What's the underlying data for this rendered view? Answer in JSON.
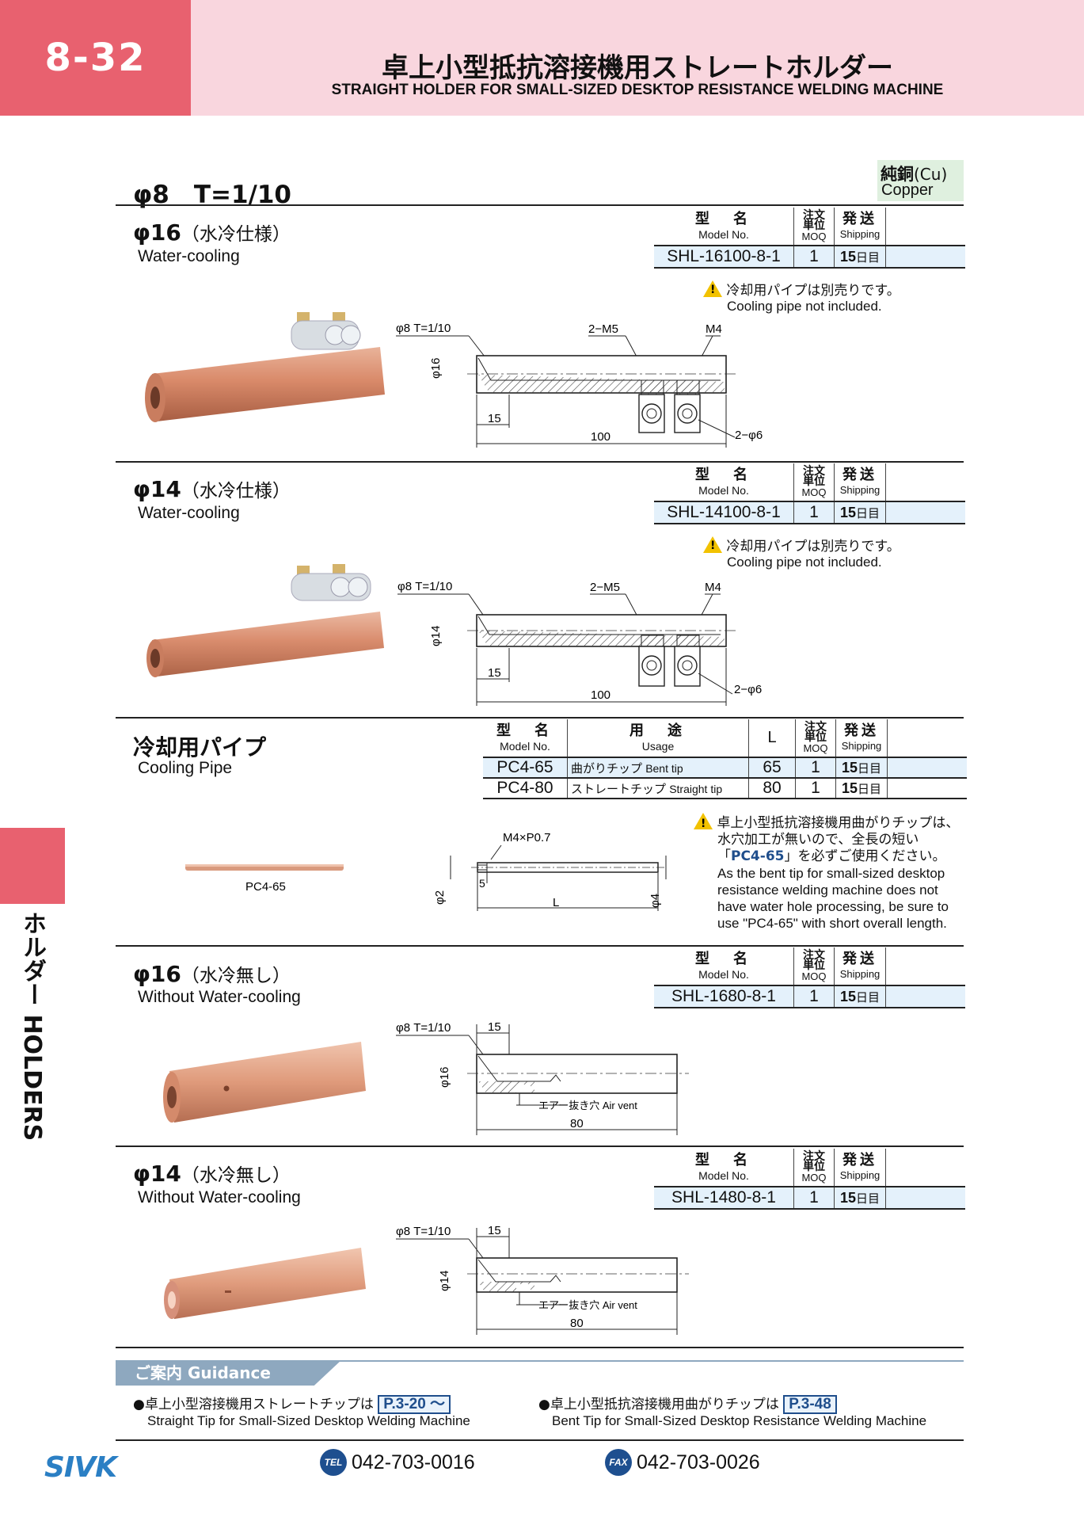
{
  "header": {
    "page_number": "8-32",
    "title_ja": "卓上小型抵抗溶接機用ストレートホルダー",
    "title_en": "STRAIGHT HOLDER FOR SMALL-SIZED DESKTOP RESISTANCE WELDING MACHINE"
  },
  "spec_title": "φ8　T=1/10",
  "material": {
    "ja": "純銅",
    "symbol": "(Cu)",
    "en": "Copper"
  },
  "table_headers": {
    "model_ja": "型　名",
    "model_en": "Model No.",
    "moq_ja_1": "注文",
    "moq_ja_2": "単位",
    "moq_en": "MOQ",
    "ship_ja": "発送",
    "ship_en": "Shipping",
    "usage_ja": "用　途",
    "usage_en": "Usage",
    "length": "L"
  },
  "warning": {
    "ja": "冷却用パイプは別売りです。",
    "en": "Cooling pipe not included."
  },
  "sections": [
    {
      "title": "φ16",
      "sub_ja": "（水冷仕様）",
      "sub_en": "Water-cooling",
      "model": "SHL-16100-8-1",
      "moq": "1",
      "ship_num": "15",
      "ship_unit": "日目",
      "dims": {
        "taper": "φ8 T=1/10",
        "ports": "2−M5",
        "screw": "M4",
        "dia": "φ16",
        "d1": "15",
        "len": "100",
        "holes": "2−φ6"
      }
    },
    {
      "title": "φ14",
      "sub_ja": "（水冷仕様）",
      "sub_en": "Water-cooling",
      "model": "SHL-14100-8-1",
      "moq": "1",
      "ship_num": "15",
      "ship_unit": "日目",
      "dims": {
        "taper": "φ8 T=1/10",
        "ports": "2−M5",
        "screw": "M4",
        "dia": "φ14",
        "d1": "15",
        "len": "100",
        "holes": "2−φ6"
      }
    },
    {
      "title": "φ16",
      "sub_ja": "（水冷無し）",
      "sub_en": "Without Water-cooling",
      "model": "SHL-1680-8-1",
      "moq": "1",
      "ship_num": "15",
      "ship_unit": "日目",
      "dims": {
        "taper": "φ8 T=1/10",
        "d1": "15",
        "dia": "φ16",
        "vent": "エアー抜き穴 Air vent",
        "len": "80"
      }
    },
    {
      "title": "φ14",
      "sub_ja": "（水冷無し）",
      "sub_en": "Without Water-cooling",
      "model": "SHL-1480-8-1",
      "moq": "1",
      "ship_num": "15",
      "ship_unit": "日目",
      "dims": {
        "taper": "φ8 T=1/10",
        "d1": "15",
        "dia": "φ14",
        "vent": "エアー抜き穴 Air vent",
        "len": "80"
      }
    }
  ],
  "pipe": {
    "title": "冷却用パイプ",
    "sub_en": "Cooling Pipe",
    "photo_label": "PC4-65",
    "rows": [
      {
        "model": "PC4-65",
        "usage_ja": "曲がりチップ",
        "usage_en": "Bent tip",
        "L": "65",
        "moq": "1",
        "ship_num": "15",
        "ship_unit": "日目"
      },
      {
        "model": "PC4-80",
        "usage_ja": "ストレートチップ",
        "usage_en": "Straight tip",
        "L": "80",
        "moq": "1",
        "ship_num": "15",
        "ship_unit": "日目"
      }
    ],
    "dims": {
      "thread": "M4×P0.7",
      "d_left": "φ2",
      "d_right": "φ4",
      "d5": "5",
      "L": "L"
    },
    "note_ja_1": "卓上小型抵抗溶接機用曲がりチップは、",
    "note_ja_2": "水穴加工が無いので、全長の短い",
    "note_ja_3a": "「",
    "note_ja_3b": "PC4-65",
    "note_ja_3c": "」を必ずご使用ください。",
    "note_en_1": "As the bent tip for small-sized desktop",
    "note_en_2": "resistance welding machine does not",
    "note_en_3": "have water hole processing, be sure to",
    "note_en_4": "use \"PC4-65\" with short overall length."
  },
  "side_label": "ホルダー HOLDERS",
  "guidance": {
    "label": "ご案内 Guidance",
    "items": [
      {
        "ja": "●卓上小型溶接機用ストレートチップは",
        "ref": "P.3-20 〜",
        "en": "Straight Tip for Small-Sized Desktop Welding Machine"
      },
      {
        "ja": "●卓上小型抵抗溶接機用曲がりチップは",
        "ref": "P.3-48",
        "en": "Bent Tip for Small-Sized Desktop Resistance Welding Machine"
      }
    ]
  },
  "footer": {
    "logo": "SIVK",
    "tel_icon": "TEL",
    "tel": "042-703-0016",
    "fax_icon": "FAX",
    "fax": "042-703-0026"
  },
  "colors": {
    "header_pink": "#f9d6de",
    "accent_red": "#e8616f",
    "table_blue": "#e4f1fb",
    "copper": "#d98e6f",
    "guide_blue": "#8ea8bf"
  }
}
